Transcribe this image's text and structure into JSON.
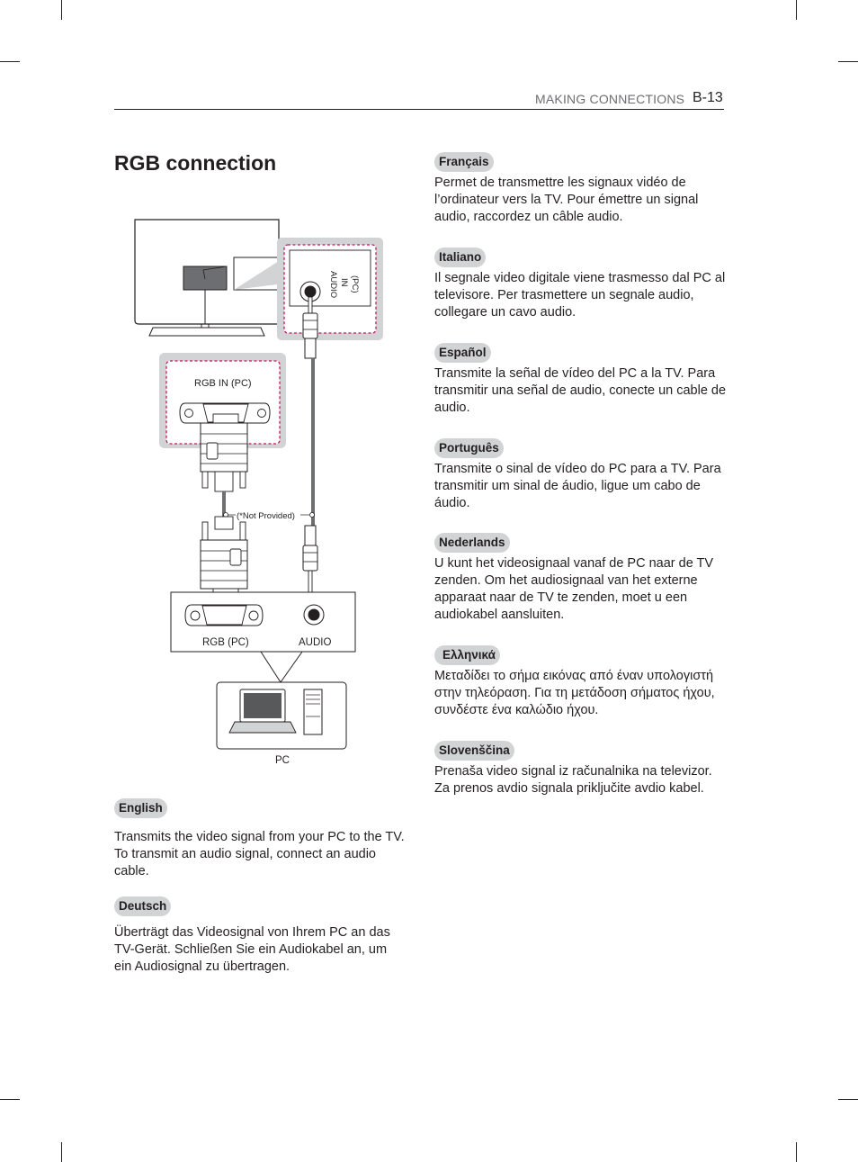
{
  "header": {
    "section": "MAKING CONNECTIONS",
    "page": "B-13"
  },
  "title": "RGB connection",
  "diagram": {
    "audio_in_label": [
      "AUDIO",
      "IN",
      "(PC)"
    ],
    "rgb_in_label": "RGB IN (PC)",
    "not_provided_label": "(*Not Provided)",
    "rgb_pc_label": "RGB (PC)",
    "audio_label": "AUDIO",
    "pc_label": "PC"
  },
  "languages": [
    {
      "name": "English",
      "text": "Transmits the video signal from your PC to the TV. To transmit an audio signal, connect an audio cable."
    },
    {
      "name": "Deutsch",
      "text": "Überträgt das Videosignal von Ihrem PC an das TV-Gerät. Schließen Sie ein Audiokabel an, um ein Audiosignal zu übertragen."
    },
    {
      "name": "Français",
      "text": "Permet de transmettre les signaux vidéo de l’ordinateur vers la TV. Pour émettre un signal audio, raccordez un câble audio."
    },
    {
      "name": "Italiano",
      "text": "Il segnale video digitale viene trasmesso dal PC al televisore. Per trasmettere un segnale audio, collegare un cavo audio."
    },
    {
      "name": "Español",
      "text": "Transmite la señal de vídeo del PC a la TV. Para transmitir una señal de audio, conecte un cable de audio."
    },
    {
      "name": "Português",
      "text": "Transmite o sinal de vídeo do PC para a TV. Para transmitir um sinal de áudio, ligue um cabo de áudio."
    },
    {
      "name": "Nederlands",
      "text": "U kunt het videosignaal vanaf de PC naar de TV zenden. Om het audiosignaal van het externe apparaat naar de TV te zenden, moet u een audiokabel aansluiten."
    },
    {
      "name": "Ελληνικά",
      "text": "Μεταδίδει το σήμα εικόνας από έναν υπολογιστή στην τηλεόραση. Για τη μετάδοση σήματος ήχου, συνδέστε ένα καλώδιο ήχου."
    },
    {
      "name": "Slovenščina",
      "text": "Prenaša video signal iz računalnika na televizor. Za prenos avdio signala priključite avdio kabel."
    }
  ]
}
